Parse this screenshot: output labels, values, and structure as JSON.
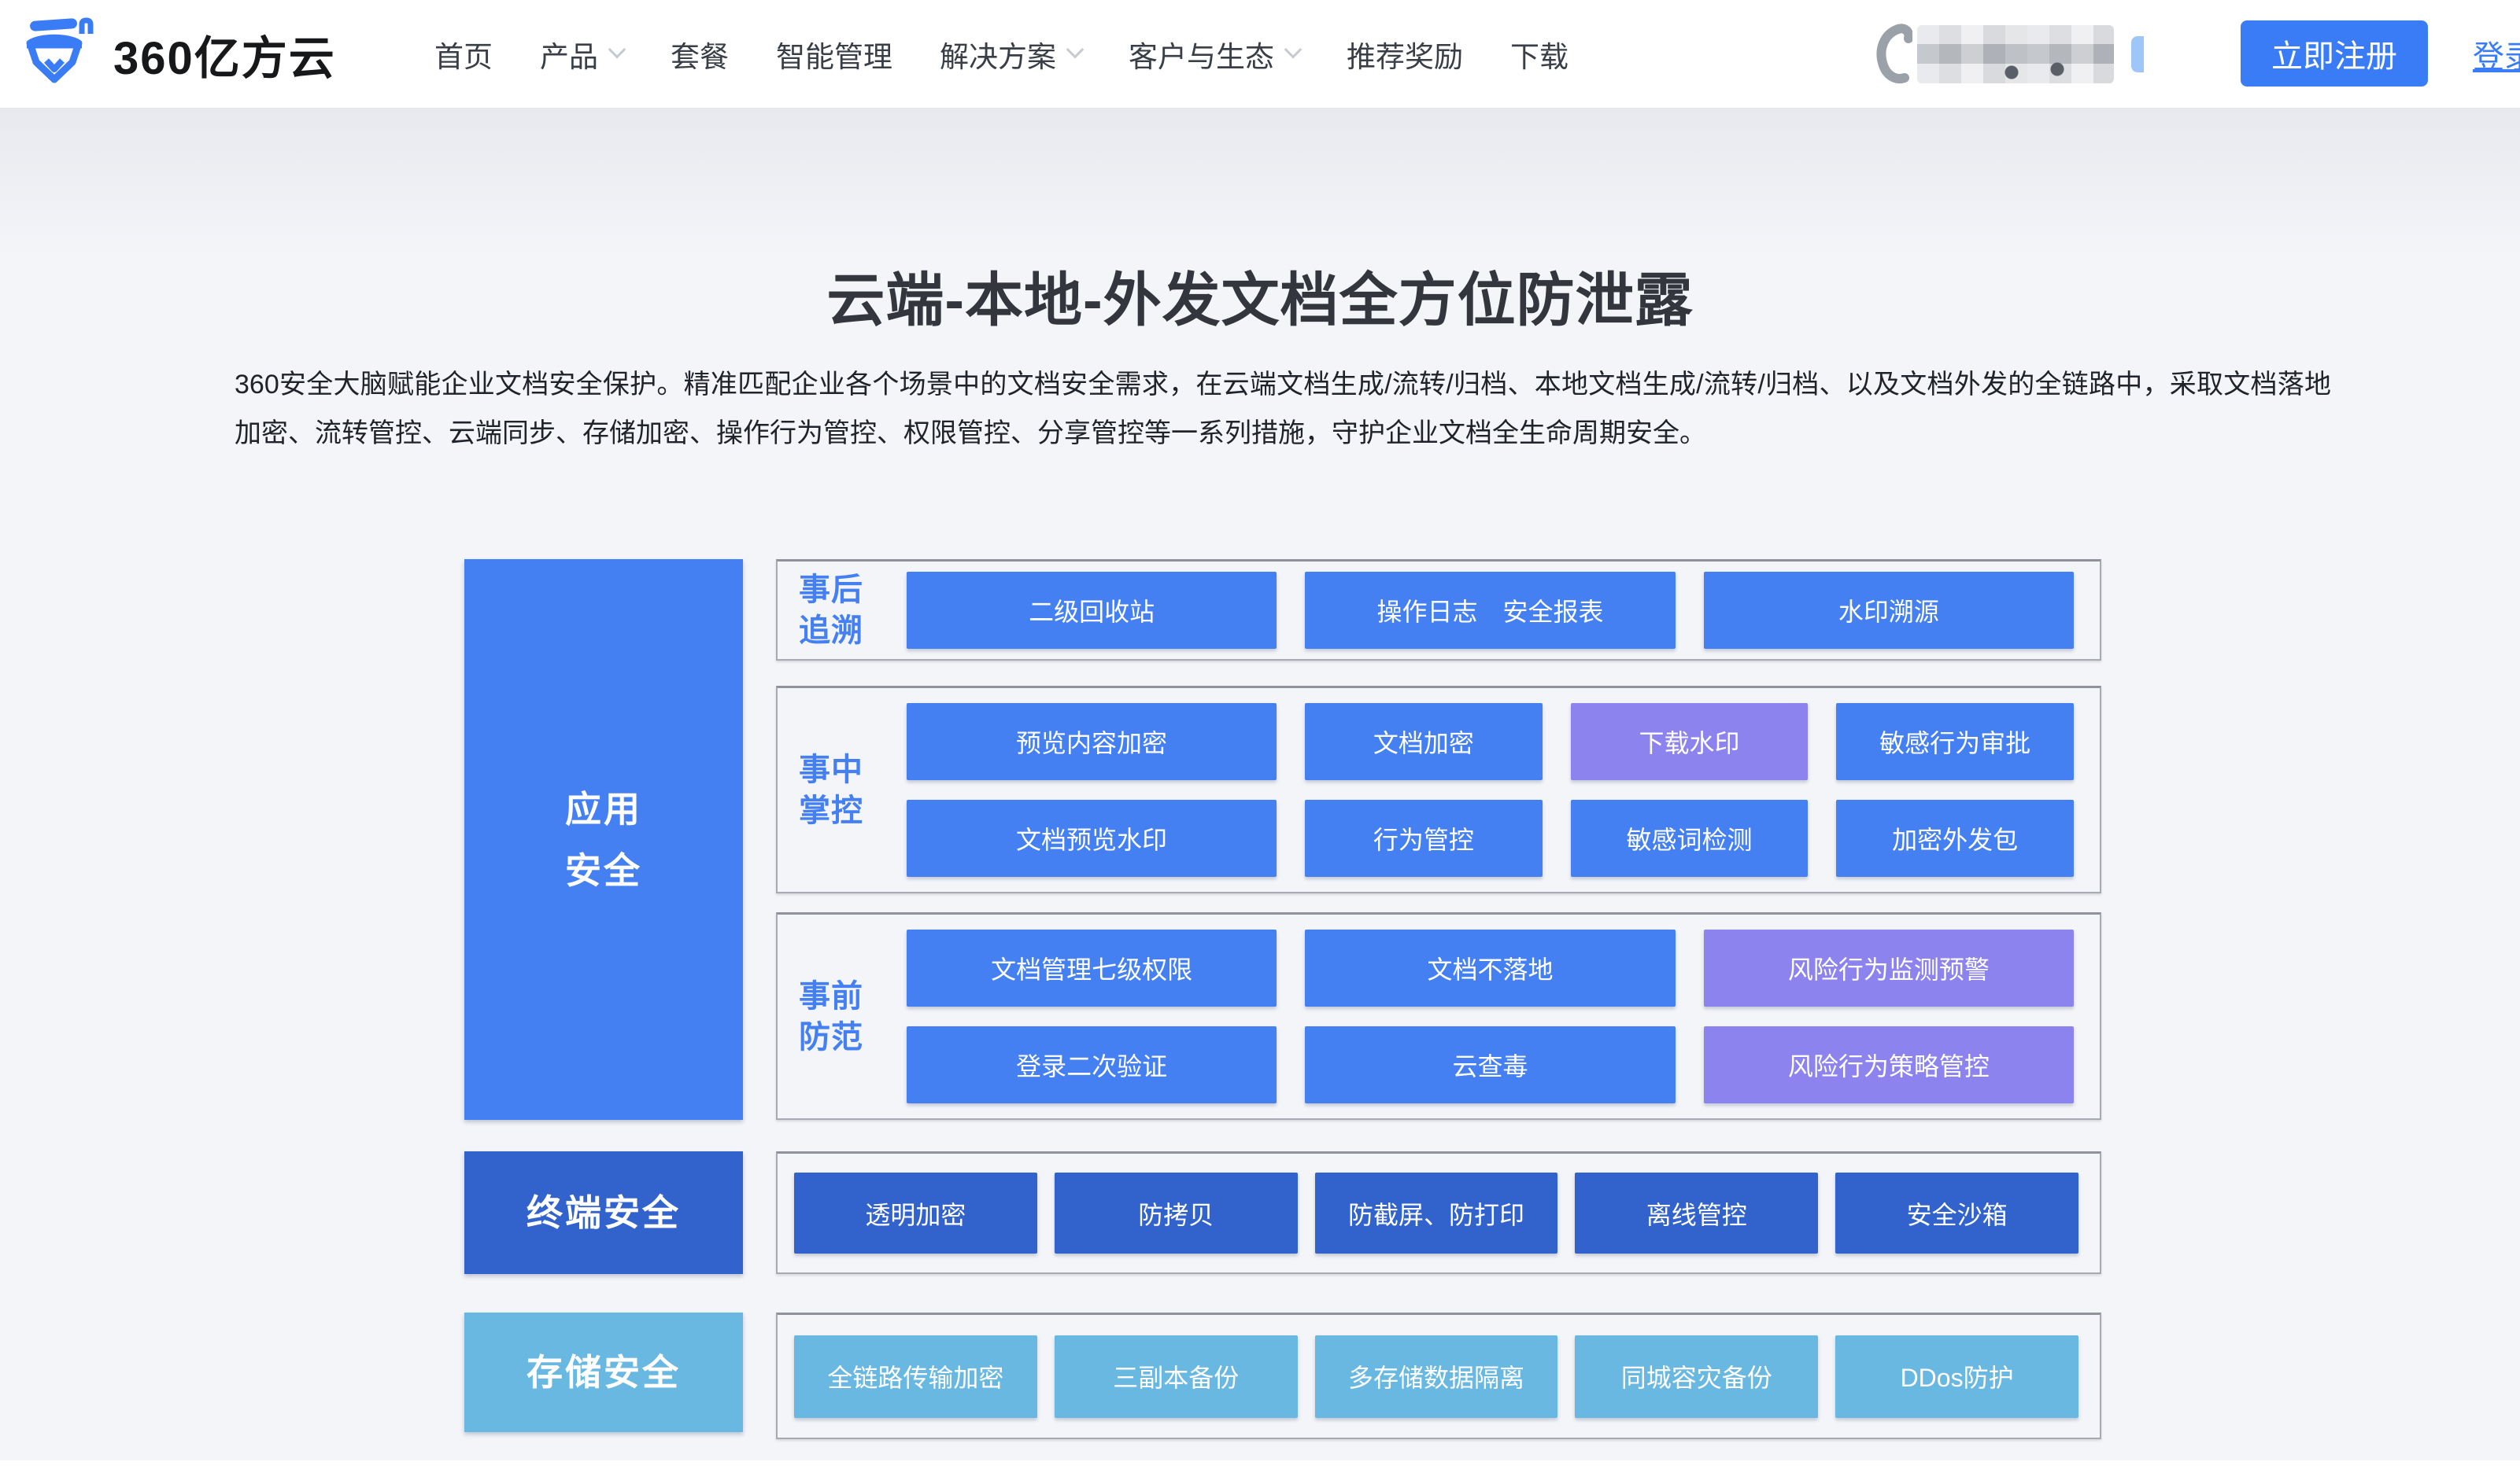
{
  "nav": {
    "logo_text": "360亿方云",
    "items": [
      {
        "id": "home",
        "label": "首页",
        "has_dropdown": false
      },
      {
        "id": "products",
        "label": "产品",
        "has_dropdown": true
      },
      {
        "id": "plans",
        "label": "套餐",
        "has_dropdown": false
      },
      {
        "id": "smart-management",
        "label": "智能管理",
        "has_dropdown": false
      },
      {
        "id": "solutions",
        "label": "解决方案",
        "has_dropdown": true
      },
      {
        "id": "customers-ecosystem",
        "label": "客户与生态",
        "has_dropdown": true
      },
      {
        "id": "referral-rewards",
        "label": "推荐奖励",
        "has_dropdown": false
      },
      {
        "id": "download",
        "label": "下载",
        "has_dropdown": false
      }
    ],
    "register_label": "立即注册",
    "login_label": "登录"
  },
  "hero": {
    "title": "云端-本地-外发文档全方位防泄露",
    "description": "360安全大脑赋能企业文档安全保护。精准匹配企业各个场景中的文档安全需求，在云端文档生成/流转/归档、本地文档生成/流转/归档、以及文档外发的全链路中，采取文档落地加密、流转管控、云端同步、存储加密、操作行为管控、权限管控、分享管控等一系列措施，守护企业文档全生命周期安全。"
  },
  "diagram": {
    "left_boxes": [
      {
        "id": "app-security",
        "lines": [
          "应用",
          "安全"
        ],
        "variant": "blue"
      },
      {
        "id": "endpoint-security",
        "lines": [
          "终端安全"
        ],
        "variant": "dark_blue"
      },
      {
        "id": "storage-security",
        "lines": [
          "存储安全"
        ],
        "variant": "light_blue"
      }
    ],
    "sections": [
      {
        "id": "after",
        "label_lines": [
          "事后",
          "追溯"
        ],
        "rows": [
          [
            {
              "text": "二级回收站",
              "variant": "blue"
            },
            {
              "text": "操作日志　安全报表",
              "variant": "blue"
            },
            {
              "text": "水印溯源",
              "variant": "blue"
            }
          ]
        ]
      },
      {
        "id": "during",
        "label_lines": [
          "事中",
          "掌控"
        ],
        "rows": [
          [
            {
              "text": "预览内容加密",
              "variant": "blue",
              "wide": true
            },
            {
              "text": "文档加密",
              "variant": "blue"
            },
            {
              "text": "下载水印",
              "variant": "purple"
            },
            {
              "text": "敏感行为审批",
              "variant": "blue"
            }
          ],
          [
            {
              "text": "文档预览水印",
              "variant": "blue",
              "wide": true
            },
            {
              "text": "行为管控",
              "variant": "blue"
            },
            {
              "text": "敏感词检测",
              "variant": "blue"
            },
            {
              "text": "加密外发包",
              "variant": "blue"
            }
          ]
        ]
      },
      {
        "id": "before",
        "label_lines": [
          "事前",
          "防范"
        ],
        "rows": [
          [
            {
              "text": "文档管理七级权限",
              "variant": "blue"
            },
            {
              "text": "文档不落地",
              "variant": "blue"
            },
            {
              "text": "风险行为监测预警",
              "variant": "purple"
            }
          ],
          [
            {
              "text": "登录二次验证",
              "variant": "blue"
            },
            {
              "text": "云查毒",
              "variant": "blue"
            },
            {
              "text": "风险行为策略管控",
              "variant": "purple"
            }
          ]
        ]
      },
      {
        "id": "endpoint",
        "label_lines": [],
        "rows": [
          [
            {
              "text": "透明加密",
              "variant": "dark_blue"
            },
            {
              "text": "防拷贝",
              "variant": "dark_blue"
            },
            {
              "text": "防截屏、防打印",
              "variant": "dark_blue"
            },
            {
              "text": "离线管控",
              "variant": "dark_blue"
            },
            {
              "text": "安全沙箱",
              "variant": "dark_blue"
            }
          ]
        ]
      },
      {
        "id": "storage",
        "label_lines": [],
        "rows": [
          [
            {
              "text": "全链路传输加密",
              "variant": "light_blue"
            },
            {
              "text": "三副本备份",
              "variant": "light_blue"
            },
            {
              "text": "多存储数据隔离",
              "variant": "light_blue"
            },
            {
              "text": "同城容灾备份",
              "variant": "light_blue"
            },
            {
              "text": "DDos防护",
              "variant": "light_blue"
            }
          ]
        ]
      }
    ]
  },
  "colors": {
    "blue": "#4480f2",
    "purple": "#8c83ee",
    "dark_blue": "#3263cd",
    "light_blue": "#69b8e2",
    "accent": "#3a7cf6",
    "page_background": "#f3f5f9",
    "header_background": "#ffffff"
  }
}
